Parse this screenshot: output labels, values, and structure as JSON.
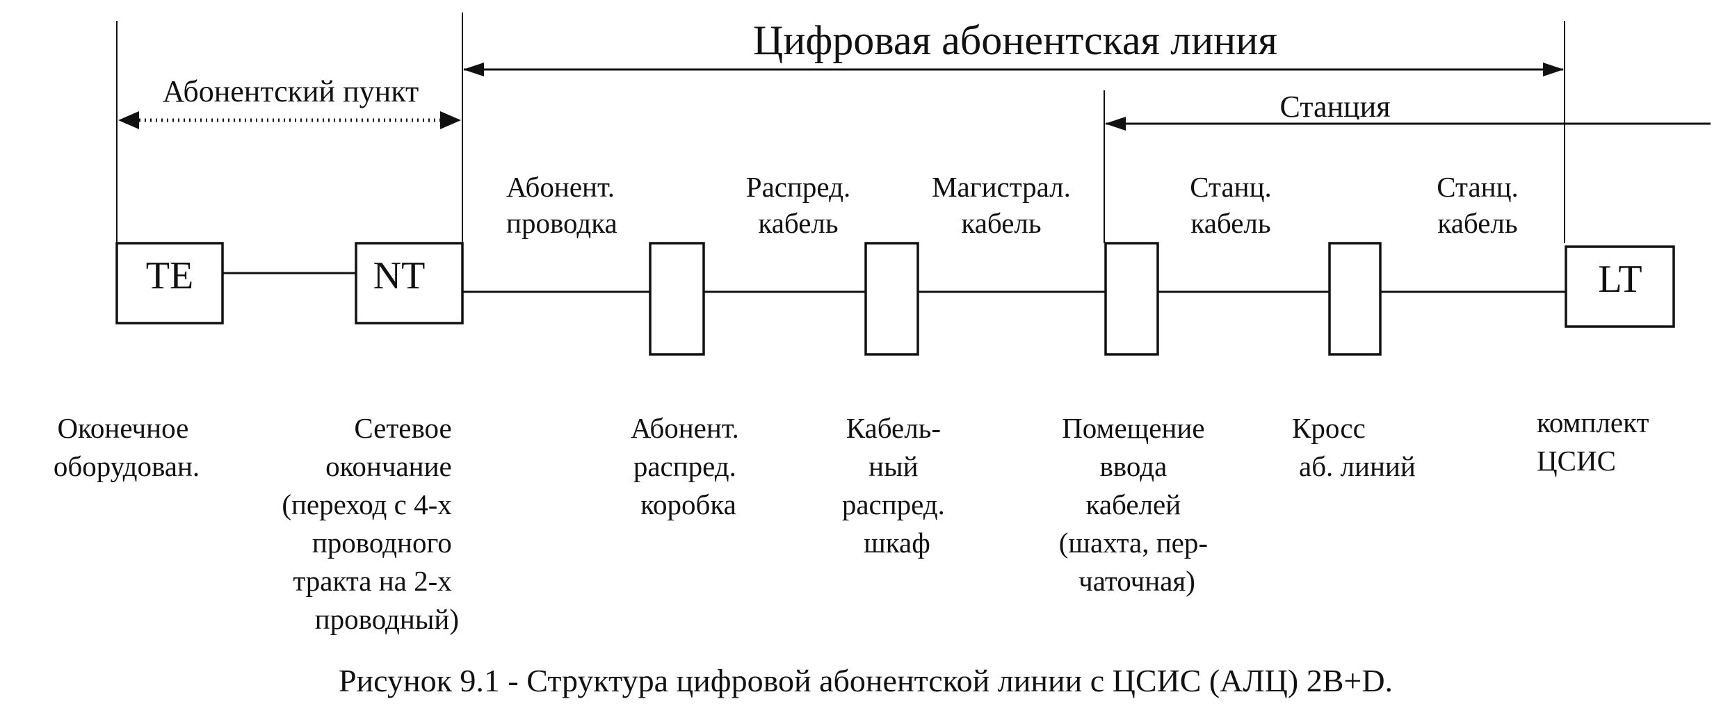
{
  "title": "Цифровая абонентская линия",
  "spans": {
    "subscriber_point": "Абонентский пункт",
    "station": "Станция"
  },
  "blocks": {
    "te": "TE",
    "nt": "NT",
    "lt": "LT"
  },
  "segments": [
    [
      "Абонент.",
      "проводка"
    ],
    [
      "Распред.",
      "кабель"
    ],
    [
      "Магистрал.",
      "кабель"
    ],
    [
      "Станц.",
      "кабель"
    ],
    [
      "Станц.",
      "кабель"
    ]
  ],
  "components": {
    "terminal": [
      "Оконечное",
      "оборудован."
    ],
    "network_termination": [
      "Сетевое",
      "окончание",
      "(переход с 4-х",
      "проводного",
      "тракта на 2-х",
      "проводный)"
    ],
    "distribution_box": [
      "Абонент.",
      "распред.",
      "коробка"
    ],
    "cabinet": [
      "Кабель-",
      "ный",
      "распред.",
      "шкаф"
    ],
    "cable_entry": [
      "Помещение",
      "ввода",
      "кабелей",
      "(шахта, пер-",
      "чаточная)"
    ],
    "cross": [
      "Кросс",
      "аб. линий"
    ],
    "isdn_set": [
      "комплект",
      "ЦСИС"
    ]
  },
  "caption": "Рисунок 9.1 - Структура цифровой абонентской линии с ЦСИС (АЛЦ) 2В+D."
}
